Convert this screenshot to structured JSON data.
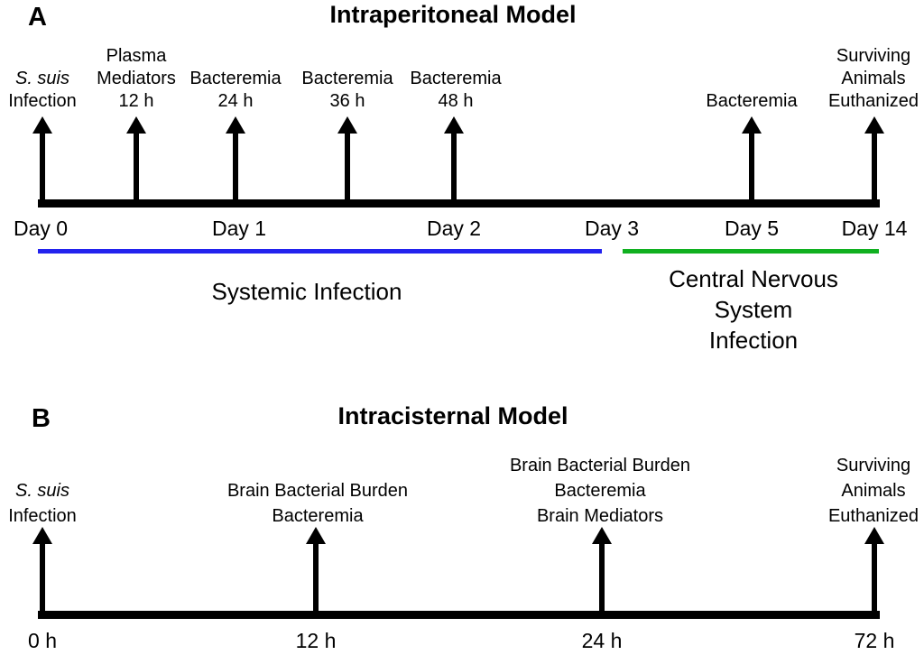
{
  "panelA": {
    "letter": "A",
    "title": "Intraperitoneal Model",
    "events": [
      {
        "lines": [
          "S. suis",
          "Infection"
        ]
      },
      {
        "lines": [
          "Plasma",
          "Mediators",
          "12 h"
        ]
      },
      {
        "lines": [
          "Bacteremia",
          "24 h"
        ]
      },
      {
        "lines": [
          "Bacteremia",
          "36 h"
        ]
      },
      {
        "lines": [
          "Bacteremia",
          "48 h"
        ]
      },
      {
        "lines": [
          "Bacteremia"
        ]
      },
      {
        "lines": [
          "Surviving",
          "Animals",
          "Euthanized"
        ]
      }
    ],
    "axis_labels": [
      "Day 0",
      "Day 1",
      "Day 2",
      "Day 3",
      "Day 5",
      "Day 14"
    ],
    "phases": [
      {
        "label": "Systemic Infection",
        "color": "#2222ee"
      },
      {
        "label": "Central Nervous\nSystem Infection",
        "color": "#10b020"
      }
    ]
  },
  "panelB": {
    "letter": "B",
    "title": "Intracisternal Model",
    "events": [
      {
        "lines": [
          "S. suis",
          "Infection"
        ]
      },
      {
        "lines": [
          "Brain Bacterial Burden",
          "Bacteremia"
        ]
      },
      {
        "lines": [
          "Brain Bacterial Burden",
          "Bacteremia",
          "Brain Mediators"
        ]
      },
      {
        "lines": [
          "Surviving",
          "Animals",
          "Euthanized"
        ]
      }
    ],
    "axis_labels": [
      "0 h",
      "12 h",
      "24 h",
      "72 h"
    ]
  }
}
